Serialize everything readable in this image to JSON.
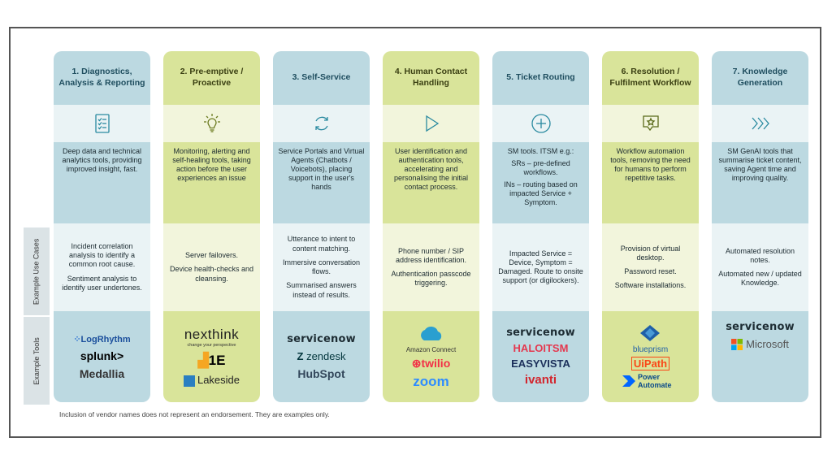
{
  "columns": [
    {
      "title": "1. Diagnostics, Analysis & Reporting",
      "icon": "checklist-icon",
      "description": [
        "Deep data and technical analytics tools, providing improved insight, fast."
      ],
      "use_cases": [
        "Incident correlation analysis to identify a common root cause.",
        "Sentiment analysis to identify user undertones."
      ],
      "tools": [
        "LogRhythm",
        "splunk>",
        "Medallia"
      ]
    },
    {
      "title": "2. Pre-emptive / Proactive",
      "icon": "lightbulb-icon",
      "description": [
        "Monitoring, alerting and self-healing tools, taking action before the user experiences an issue"
      ],
      "use_cases": [
        "Server failovers.",
        "Device health-checks and cleansing."
      ],
      "tools": [
        "nexthink",
        "change your perspective",
        "1E",
        "Lakeside"
      ]
    },
    {
      "title": "3. Self-Service",
      "icon": "refresh-icon",
      "description": [
        "Service Portals and Virtual Agents (Chatbots / Voicebots), placing support in the user's hands"
      ],
      "use_cases": [
        "Utterance to intent to content matching.",
        "Immersive conversation flows.",
        "Summarised answers instead of results."
      ],
      "tools": [
        "servicenow",
        "zendesk",
        "HubSpot"
      ]
    },
    {
      "title": "4. Human Contact Handling",
      "icon": "play-icon",
      "description": [
        "User identification and authentication tools, accelerating and personalising the initial contact process."
      ],
      "use_cases": [
        "Phone number / SIP address identification.",
        "Authentication passcode triggering."
      ],
      "tools": [
        "Amazon Connect",
        "twilio",
        "zoom"
      ]
    },
    {
      "title": "5. Ticket Routing",
      "icon": "plus-circle-icon",
      "description": [
        "SM tools. ITSM e.g.:",
        "SRs – pre-defined workflows.",
        "INs – routing based on impacted Service + Symptom."
      ],
      "use_cases": [
        "Impacted Service = Device, Symptom = Damaged. Route to onsite support (or digilockers)."
      ],
      "tools": [
        "servicenow",
        "HALOITSM",
        "EASYVISTA",
        "ivanti"
      ]
    },
    {
      "title": "6. Resolution / Fulfilment Workflow",
      "icon": "star-message-icon",
      "description": [
        "Workflow automation tools, removing the need for humans to perform repetitive tasks."
      ],
      "use_cases": [
        "Provision of virtual desktop.",
        "Password reset.",
        "Software installations."
      ],
      "tools": [
        "blueprism",
        "UiPath",
        "Power Automate"
      ]
    },
    {
      "title": "7. Knowledge Generation",
      "icon": "chevrons-right-icon",
      "description": [
        "SM GenAI tools that summarise ticket content, saving Agent time and improving quality."
      ],
      "use_cases": [
        "Automated resolution notes.",
        "Automated new / updated Knowledge."
      ],
      "tools": [
        "servicenow",
        "Microsoft"
      ]
    }
  ],
  "side_labels": {
    "use_cases": "Example Use Cases",
    "tools": "Example Tools"
  },
  "footnote": "Inclusion of vendor names does not represent an endorsement. They are examples only.",
  "colors": {
    "teal": "#bcd9e1",
    "lime": "#d9e49a",
    "icon": "#2a8aa0"
  }
}
